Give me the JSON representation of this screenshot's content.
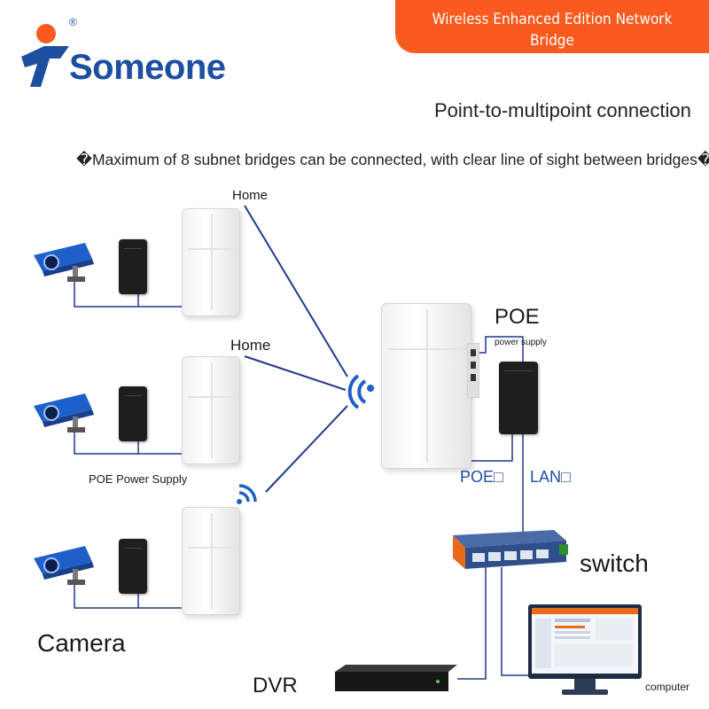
{
  "brand": {
    "name": "Someone",
    "registered_mark": "®",
    "accent": "#1d4fa0",
    "logo_person_color": "#fb5a1f"
  },
  "banner": {
    "line1": "Wireless Enhanced Edition Network",
    "line2": "Bridge",
    "color": "#fb5a1f"
  },
  "headline": "Point-to-multipoint connection",
  "subhead": "�Maximum of 8 subnet bridges can be connected, with clear line of sight between bridges�",
  "labels": {
    "home_1": "Home",
    "home_2": "Home",
    "poe_power_supply": "POE Power Supply",
    "camera": "Camera",
    "dvr": "DVR",
    "poe_title": "POE",
    "poe_subtitle": "power supply",
    "poe_port": "POE□",
    "lan_port": "LAN□",
    "switch": "switch",
    "computer": "computer"
  },
  "colors": {
    "link_line": "#1f3a8a",
    "port_text": "#1f4fa8",
    "camera_blue": "#1f5fc9",
    "cable": "#1f3a8a"
  },
  "icons": [
    "logo-person-icon",
    "camera-icon",
    "wifi-signal-icon",
    "poe-adapter-icon",
    "bridge-device-icon",
    "switch-icon",
    "dvr-icon",
    "monitor-icon"
  ]
}
